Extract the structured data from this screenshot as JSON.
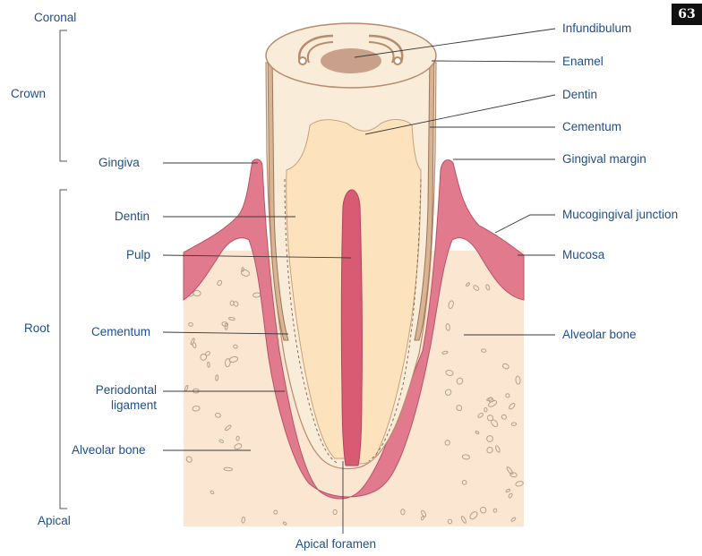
{
  "page_number": "63",
  "colors": {
    "label": "#1f4e8c",
    "leader_line": "#3a3a3a",
    "gingiva": "#e07a8c",
    "bone": "#fbe6d2",
    "dentin": "#fde3bd",
    "enamel_ring": "#f9ecd8",
    "tooth_outline": "#b88a6e",
    "pulp": "#d85a73"
  },
  "scale_labels": {
    "coronal": "Coronal",
    "crown": "Crown",
    "root": "Root",
    "apical": "Apical"
  },
  "left_labels": {
    "gingiva": "Gingiva",
    "dentin": "Dentin",
    "pulp": "Pulp",
    "cementum": "Cementum",
    "periodontal_ligament": [
      "Periodontal",
      "ligament"
    ],
    "alveolar_bone": "Alveolar bone"
  },
  "right_labels": {
    "infundibulum": "Infundibulum",
    "enamel": "Enamel",
    "dentin": "Dentin",
    "cementum": "Cementum",
    "gingival_margin": "Gingival margin",
    "mucogingival_junction": "Mucogingival junction",
    "mucosa": "Mucosa",
    "alveolar_bone": "Alveolar bone"
  },
  "bottom_labels": {
    "apical_foramen": "Apical foramen"
  }
}
